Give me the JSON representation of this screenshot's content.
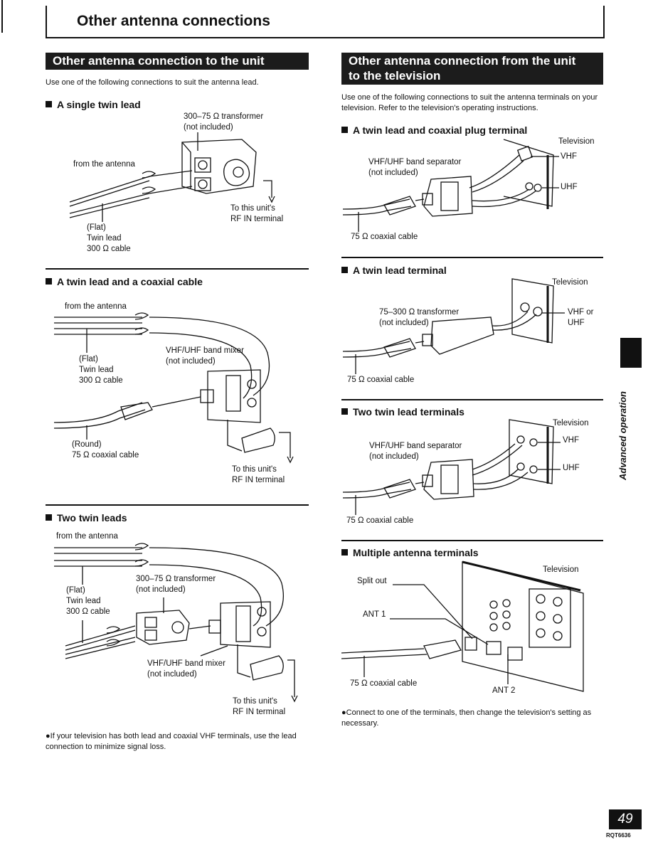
{
  "page_title": "Other antenna connections",
  "left": {
    "banner": "Other antenna connection to the unit",
    "intro": "Use one of the following connections to suit the antenna lead.",
    "single": {
      "heading": "A single twin lead",
      "transformer": "300–75 Ω transformer",
      "not_included": "(not included)",
      "from_antenna": "from the antenna",
      "to_unit_1": "To this unit's",
      "to_unit_2": "RF IN terminal",
      "flat": "(Flat)",
      "twin_lead": "Twin lead",
      "cable300": "300 Ω cable"
    },
    "twin_coax": {
      "heading": "A twin lead and a coaxial cable",
      "from_antenna": "from the antenna",
      "mixer": "VHF/UHF band mixer",
      "not_included": "(not included)",
      "flat": "(Flat)",
      "twin_lead": "Twin lead",
      "cable300": "300 Ω cable",
      "round": "(Round)",
      "cable75": "75 Ω coaxial cable",
      "to_unit_1": "To this unit's",
      "to_unit_2": "RF IN terminal"
    },
    "two_twin": {
      "heading": "Two twin leads",
      "from_antenna": "from the antenna",
      "transformer": "300–75 Ω transformer",
      "not_included": "(not included)",
      "flat": "(Flat)",
      "twin_lead": "Twin lead",
      "cable300": "300 Ω cable",
      "mixer": "VHF/UHF band mixer",
      "not_included2": "(not included)",
      "to_unit_1": "To this unit's",
      "to_unit_2": "RF IN terminal"
    },
    "note": "●If your television has both lead and coaxial VHF terminals, use the lead connection to minimize signal loss."
  },
  "right": {
    "banner_1": "Other antenna connection from the unit",
    "banner_2": "to the television",
    "intro": "Use one of the following connections to suit the antenna terminals on your television. Refer to the television's operating instructions.",
    "twin_coax_plug": {
      "heading": "A twin lead and coaxial plug terminal",
      "television": "Television",
      "separator": "VHF/UHF band separator",
      "not_included": "(not included)",
      "vhf": "VHF",
      "uhf": "UHF",
      "cable75": "75 Ω coaxial cable"
    },
    "twin_terminal": {
      "heading": "A twin lead terminal",
      "television": "Television",
      "transformer": "75–300 Ω transformer",
      "not_included": "(not included)",
      "vhf_or": "VHF or",
      "uhf": "UHF",
      "cable75": "75 Ω coaxial cable"
    },
    "two_twin_terms": {
      "heading": "Two twin lead terminals",
      "television": "Television",
      "separator": "VHF/UHF band separator",
      "not_included": "(not included)",
      "vhf": "VHF",
      "uhf": "UHF",
      "cable75": "75 Ω coaxial cable"
    },
    "multiple": {
      "heading": "Multiple antenna terminals",
      "television": "Television",
      "split_out": "Split out",
      "ant1": "ANT 1",
      "ant2": "ANT 2",
      "cable75": "75 Ω coaxial cable"
    },
    "note": "●Connect to one of the terminals, then change the television's setting as necessary."
  },
  "side_label": "Advanced operation",
  "page_number": "49",
  "doc_code": "RQT6636"
}
